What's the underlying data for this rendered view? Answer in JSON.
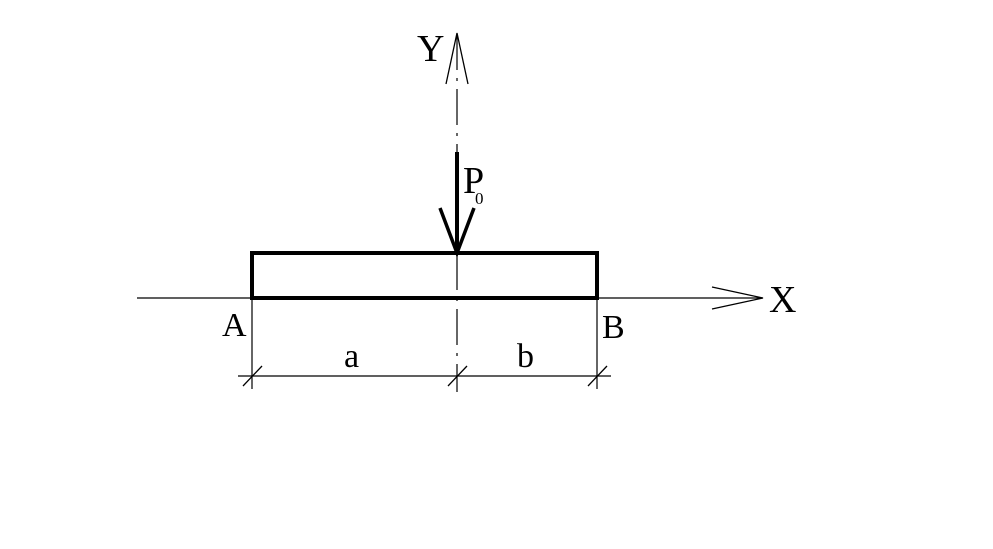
{
  "axes": {
    "x_label": "X",
    "y_label": "Y"
  },
  "load": {
    "symbol": "P",
    "subscript": "0"
  },
  "points": {
    "left": "A",
    "right": "B"
  },
  "dimensions": {
    "left_span": "a",
    "right_span": "b"
  },
  "colors": {
    "stroke": "#000000",
    "background": "#ffffff"
  }
}
